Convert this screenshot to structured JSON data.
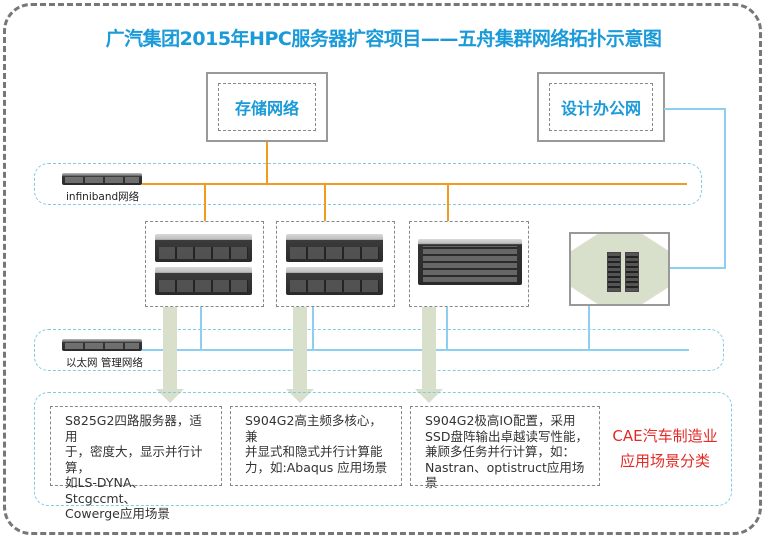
{
  "title": "广汽集团2015年HPC服务器扩容项目——五舟集群网络拓扑示意图",
  "networks": {
    "storage": {
      "label": "存储网络",
      "icon": "storage-network-box"
    },
    "office": {
      "label": "设计办公网",
      "icon": "office-network-box"
    }
  },
  "zones": {
    "infiniband": {
      "label": "infiniband网络",
      "icon": "infiniband-switch-icon"
    },
    "ethernet": {
      "label": "以太网 管理网络",
      "icon": "ethernet-switch-icon"
    }
  },
  "server_groups": [
    {
      "name": "S825G2",
      "units": 2,
      "icon": "rack-server-2u-icon"
    },
    {
      "name": "S904G2-compute",
      "units": 2,
      "icon": "rack-server-2u-icon"
    },
    {
      "name": "S904G2-io",
      "units": 1,
      "icon": "storage-server-4u-icon"
    }
  ],
  "office_node": {
    "icon": "tower-server-icon",
    "units": 2
  },
  "descriptions": [
    {
      "lines": [
        "S825G2四路服务器，适用",
        "于，密度大，显示并行计算，",
        "如LS-DYNA、Stcgccmt、",
        "Cowerge应用场景"
      ]
    },
    {
      "lines": [
        "S904G2高主频多核心，兼",
        "并显式和隐式并行计算能",
        "力，如:Abaqus 应用场景"
      ]
    },
    {
      "lines": [
        "S904G2极高IO配置，采用",
        "SSD盘阵输出卓越读写性能，",
        "兼顾多任务并行计算，如：",
        "Nastran、optistruct应用场景"
      ]
    }
  ],
  "cae_label": {
    "line1": "CAE汽车制造业",
    "line2": "应用场景分类"
  },
  "colors": {
    "title": "#1a9ad9",
    "infiniband_line": "#f29b1f",
    "ethernet_line": "#8ccff0",
    "zone_border": "#7ccbe9",
    "arrow": "#d8dfcb",
    "cae_label": "#e32a26"
  }
}
